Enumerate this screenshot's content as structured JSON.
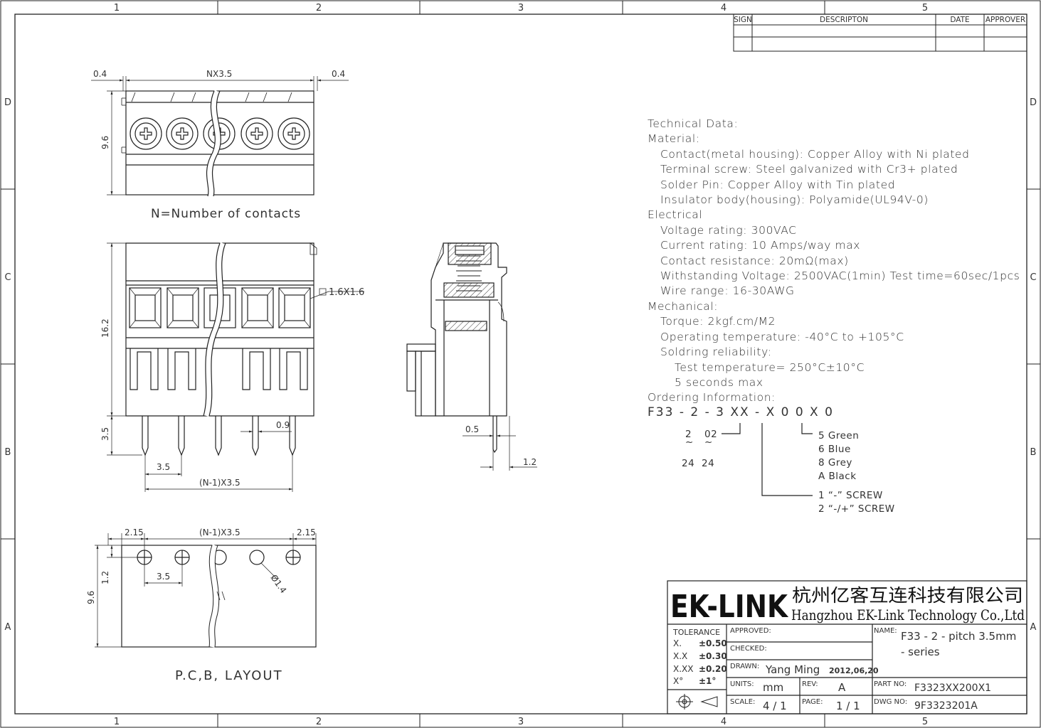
{
  "grid": {
    "columns": [
      "1",
      "2",
      "3",
      "4",
      "5"
    ],
    "rows": [
      "D",
      "C",
      "B",
      "A"
    ]
  },
  "revision_table": {
    "headers": [
      "SIGN",
      "DESCRIPTON",
      "DATE",
      "APPROVER"
    ]
  },
  "top_view": {
    "dim_left": "0.4",
    "dim_pitch": "NX3.5",
    "dim_right": "0.4",
    "dim_height": "9.6",
    "caption": "N=Number of contacts"
  },
  "front_view": {
    "dim_height": "16.2",
    "dim_square": "1.6X1.6",
    "dim_pin_len": "3.5",
    "dim_pin_w": "0.9",
    "dim_pitch": "3.5",
    "dim_total": "(N-1)X3.5"
  },
  "side_view": {
    "dim_pin": "0.5",
    "dim_offset": "1.2"
  },
  "pcb_layout": {
    "dim_left": "2.15",
    "dim_total": "(N-1)X3.5",
    "dim_right": "2.15",
    "dim_row": "1.2",
    "dim_height": "9.6",
    "dim_pitch": "3.5",
    "dim_hole": "Ø1.4",
    "caption": "P.C,B, LAYOUT"
  },
  "technical_data": {
    "lines": [
      {
        "text": "Technical Data:",
        "indent": 0
      },
      {
        "text": "Material:",
        "indent": 0
      },
      {
        "text": "Contact(metal housing): Copper Alloy with Ni plated",
        "indent": 1
      },
      {
        "text": "Terminal screw: Steel galvanized with Cr3+ plated",
        "indent": 1
      },
      {
        "text": "Solder Pin: Copper Alloy with Tin plated",
        "indent": 1
      },
      {
        "text": "Insulator body(housing): Polyamide(UL94V-0)",
        "indent": 1
      },
      {
        "text": "Electrical",
        "indent": 0
      },
      {
        "text": "Voltage rating: 300VAC",
        "indent": 1
      },
      {
        "text": "Current rating: 10 Amps/way max",
        "indent": 1
      },
      {
        "text": "Contact resistance: 20mΩ(max)",
        "indent": 1
      },
      {
        "text": "Withstanding Voltage: 2500VAC(1min) Test time=60sec/1pcs",
        "indent": 1
      },
      {
        "text": "Wire range: 16-30AWG",
        "indent": 1
      },
      {
        "text": "Mechanical:",
        "indent": 0
      },
      {
        "text": "Torque: 2kgf.cm/M2",
        "indent": 1
      },
      {
        "text": "Operating temperature: -40°C to +105°C",
        "indent": 1
      },
      {
        "text": "Soldring reliability:",
        "indent": 1
      },
      {
        "text": "Test temperature= 250°C±10°C",
        "indent": 2
      },
      {
        "text": "5 seconds max",
        "indent": 2
      },
      {
        "text": "Ordering Information:",
        "indent": 0
      }
    ]
  },
  "ordering": {
    "code": "F33 - 2 - 3 XX - X 0 0 X 0",
    "range_a_top": "2",
    "range_b_top": "02",
    "range_tilde": "~",
    "range_a_bottom": "24",
    "range_b_bottom": "24",
    "colors": [
      "5  Green",
      "6  Blue",
      "8  Grey",
      "A  Black"
    ],
    "screws": [
      "1   “-” SCREW",
      "2   “-/+” SCREW"
    ]
  },
  "title_block": {
    "logo": "EK-LINK",
    "company_cn": "杭州亿客互连科技有限公司",
    "company_en": "Hangzhou EK-Link Technology Co.,Ltd",
    "tolerance_label": "TOLERANCE",
    "tolerances": [
      {
        "label": "X.",
        "value": "±0.50"
      },
      {
        "label": "X.X",
        "value": "±0.30"
      },
      {
        "label": "X.XX",
        "value": "±0.20"
      },
      {
        "label": "X°",
        "value": "±1°"
      }
    ],
    "approved_label": "APPROVED:",
    "checked_label": "CHECKED:",
    "drawn_label": "DRAWN:",
    "drawn_by": "Yang Ming",
    "drawn_date": "2012,06,20",
    "name_label": "NAME:",
    "name_line1": "F33 - 2 - pitch 3.5mm",
    "name_line2": "- series",
    "units_label": "UNITS:",
    "units": "mm",
    "rev_label": "REV:",
    "rev": "A",
    "part_no_label": "PART NO:",
    "part_no": "F3323XX200X1",
    "scale_label": "SCALE:",
    "scale": "4 / 1",
    "page_label": "PAGE:",
    "page": "1 / 1",
    "dwg_no_label": "DWG NO:",
    "dwg_no": "9F3323201A"
  }
}
